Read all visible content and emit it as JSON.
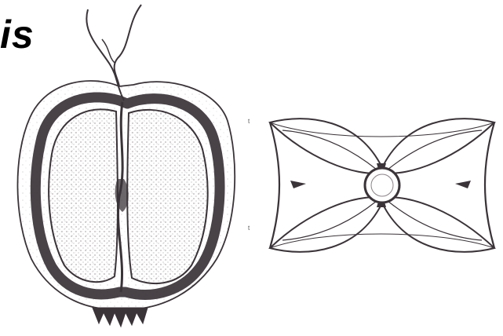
{
  "title_fragment": "is",
  "figure_markers": [
    "t",
    "t"
  ],
  "icons": {
    "seed": "seed-section-illustration",
    "flower": "floral-diagram-illustration"
  },
  "colors": {
    "ink": "#3a3338",
    "paper": "#ffffff"
  }
}
